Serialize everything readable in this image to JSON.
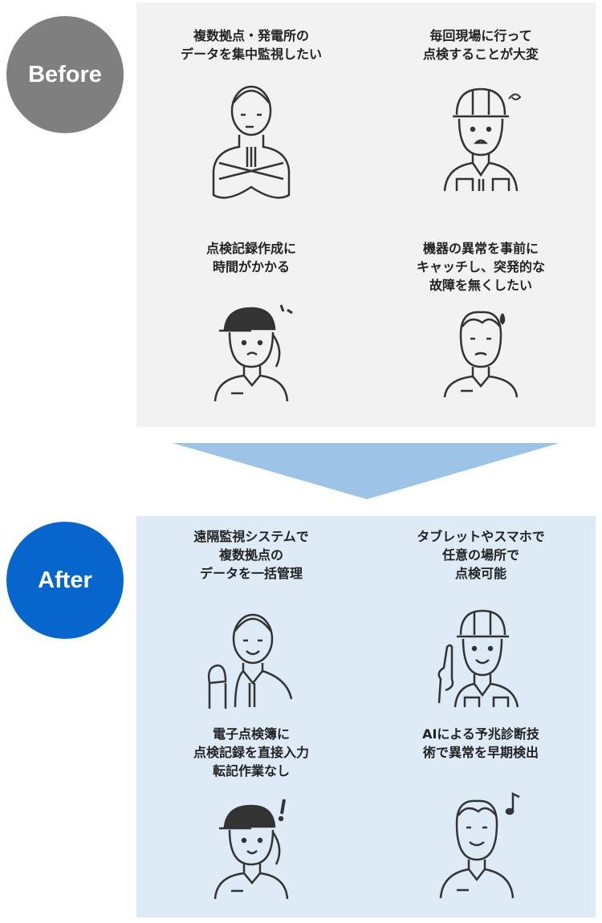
{
  "before": {
    "label": "Before",
    "items": [
      {
        "text": "複数拠点・発電所の\nデータを集中監視したい",
        "icon": "man-arms-crossed-worried"
      },
      {
        "text": "毎回現場に行って\n点検することが大変",
        "icon": "worker-helmet-frustrated"
      },
      {
        "text": "点検記録作成に\n時間がかかる",
        "icon": "woman-cap-troubled"
      },
      {
        "text": "機器の異常を事前に\nキャッチし、突発的な\n故障を無くしたい",
        "icon": "elder-worried"
      }
    ]
  },
  "after": {
    "label": "After",
    "items": [
      {
        "text": "遠隔監視システムで\n複数拠点の\nデータを一括管理",
        "icon": "man-fist-happy"
      },
      {
        "text": "タブレットやスマホで\n任意の場所で\n点検可能",
        "icon": "worker-helmet-pointing"
      },
      {
        "text": "電子点検簿に\n点検記録を直接入力\n転記作業なし",
        "icon": "woman-cap-surprised"
      },
      {
        "text": "AIによる予兆診断技\n術で異常を早期検出",
        "icon": "elder-happy-music"
      }
    ]
  },
  "colors": {
    "before_panel": "#f2f2f2",
    "after_panel": "#deebf7",
    "arrow": "#9dc3e6",
    "before_badge": "#7f7f7f",
    "after_badge": "#0766cc"
  }
}
